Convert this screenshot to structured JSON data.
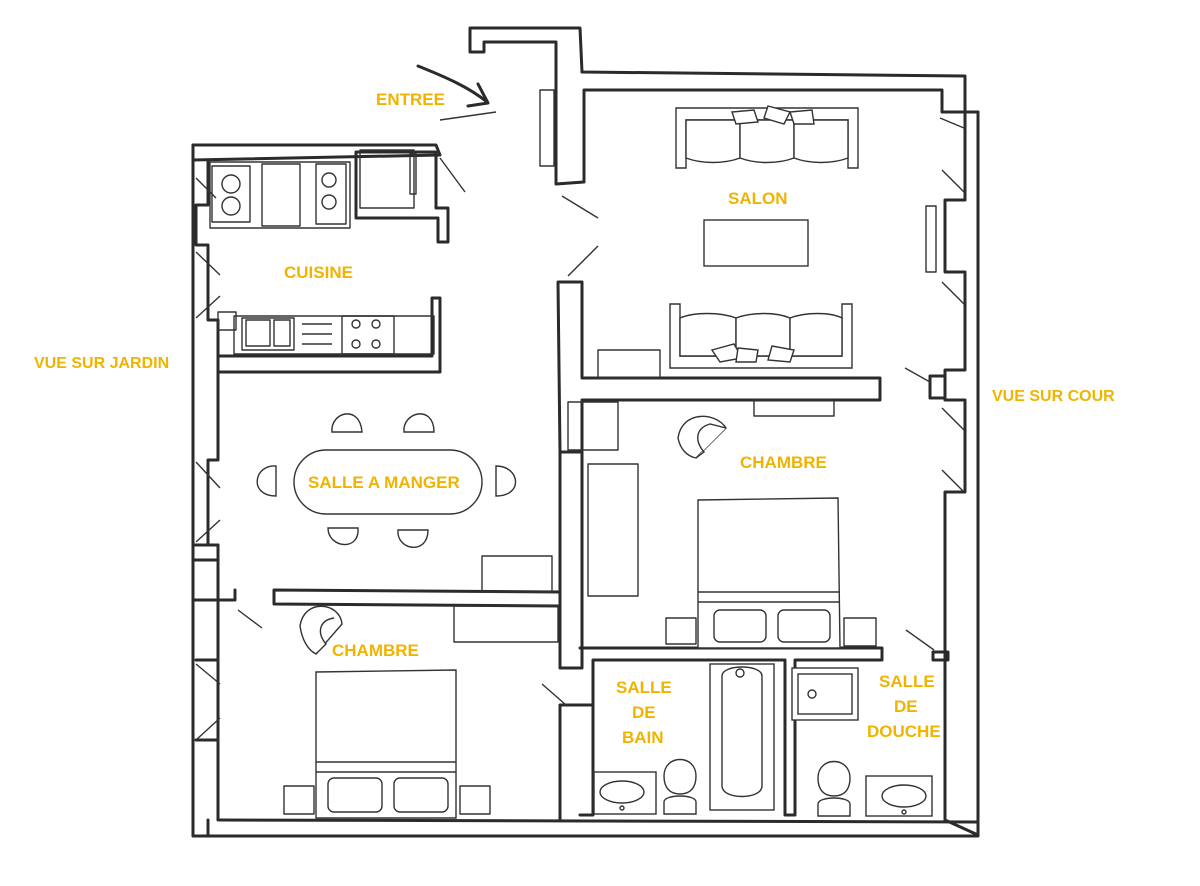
{
  "labels": {
    "entree": "ENTREE",
    "salon": "SALON",
    "cuisine": "CUISINE",
    "salle_a_manger": "SALLE A MANGER",
    "chambre_1": "CHAMBRE",
    "chambre_2": "CHAMBRE",
    "salle_de_bain": [
      "SALLE",
      "DE",
      "BAIN"
    ],
    "salle_de_douche": [
      "SALLE",
      "DE",
      "DOUCHE"
    ],
    "vue_jardin": "VUE SUR JARDIN",
    "vue_cour": "VUE SUR COUR"
  },
  "colors": {
    "label": "#f0b400",
    "walls": "#2b2b2b",
    "background": "#ffffff"
  }
}
